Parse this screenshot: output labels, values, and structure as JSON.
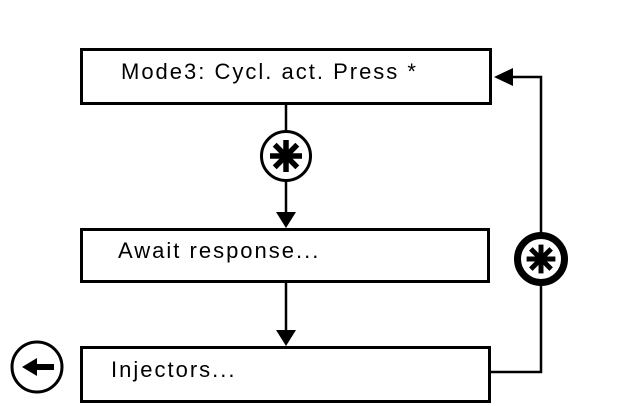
{
  "diagram": {
    "background": "#ffffff",
    "ink": "#000000",
    "nodes": [
      {
        "id": "mode3",
        "label": "Mode3: Cycl. act. Press *"
      },
      {
        "id": "await",
        "label": "Await response..."
      },
      {
        "id": "injectors",
        "label": "Injectors..."
      }
    ],
    "icons": {
      "step_marker": {
        "name": "circled-asterisk",
        "glyph": "✳"
      },
      "loop_marker": {
        "name": "bold-circled-asterisk",
        "glyph": "✳"
      },
      "back_marker": {
        "name": "circled-left-arrow",
        "glyph": "←"
      }
    }
  }
}
